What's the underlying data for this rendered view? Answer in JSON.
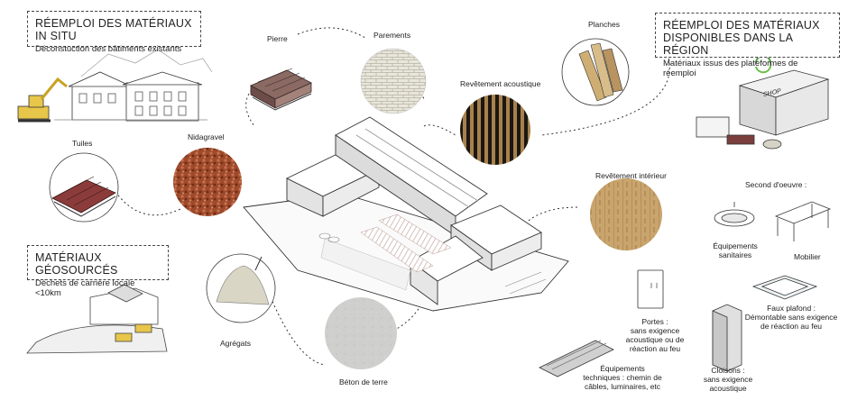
{
  "boxes": {
    "insitu": {
      "title": "RÉEMPLOI  DES MATÉRIAUX IN SITU",
      "subtitle": "Déconstuction des bâtiments existants"
    },
    "region": {
      "title_line1": "RÉEMPLOI DES MATÉRIAUX",
      "title_line2": "DISPONIBLES DANS LA RÉGION",
      "subtitle": "Matériaux issus des plateformes de réemploi"
    },
    "geo": {
      "title": "MATÉRIAUX GÉOSOURCÉS",
      "subtitle": "Déchets de carrière locale <10km"
    }
  },
  "materials": {
    "pierre": "Pierre",
    "parements": "Parements",
    "revetement_acoustique": "Revêtement acoustique",
    "planches": "Planches",
    "tuiles": "Tuiles",
    "nidagravel": "Nidagravel",
    "revetement_interieur": "Revêtement intérieur",
    "agregats": "Agrégats",
    "beton_de_terre": "Béton de terre"
  },
  "second_oeuvre": {
    "title": "Second d'oeuvre :",
    "sanitaires": [
      "Équipements",
      "sanitaires"
    ],
    "mobilier": "Mobilier",
    "faux_plafond": [
      "Faux plafond :",
      "Démontable sans exigence",
      "de réaction au feu"
    ],
    "portes": [
      "Portes :",
      "sans exigence",
      "acoustique ou de",
      "réaction au feu"
    ],
    "cloisons": [
      "Cloisons :",
      "sans exigence",
      "acoustique"
    ],
    "equipements": [
      "Équipements",
      "techniques : chemin de",
      "câbles, luminaires, etc"
    ]
  },
  "shop_sign": "SHOP"
}
